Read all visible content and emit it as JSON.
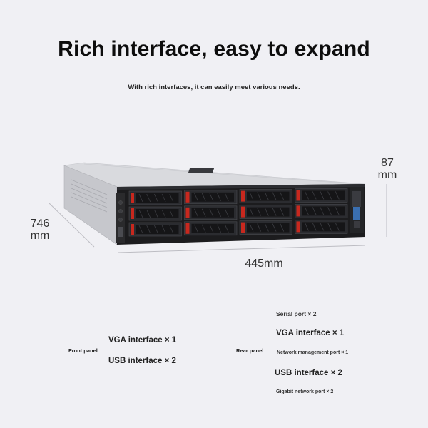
{
  "header": {
    "title": "Rich interface, easy to expand",
    "subtitle": "With rich interfaces, it can easily meet various needs."
  },
  "dimensions": {
    "height": [
      "87",
      "mm"
    ],
    "depth": [
      "746",
      "mm"
    ],
    "width": "445mm"
  },
  "front_panel": {
    "label": "Front panel",
    "items": [
      "VGA interface × 1",
      "USB interface × 2"
    ]
  },
  "rear_panel": {
    "label": "Rear panel",
    "items": [
      "Serial port × 2",
      "VGA interface × 1",
      "Network management port × 1",
      "USB interface × 2",
      "Gigabit network port × 2"
    ]
  },
  "server": {
    "drive_bay_count": 12,
    "accent_color": "#c8281e",
    "chassis_color": "#1c1c1e",
    "lid_color": "#d7d8dc"
  }
}
